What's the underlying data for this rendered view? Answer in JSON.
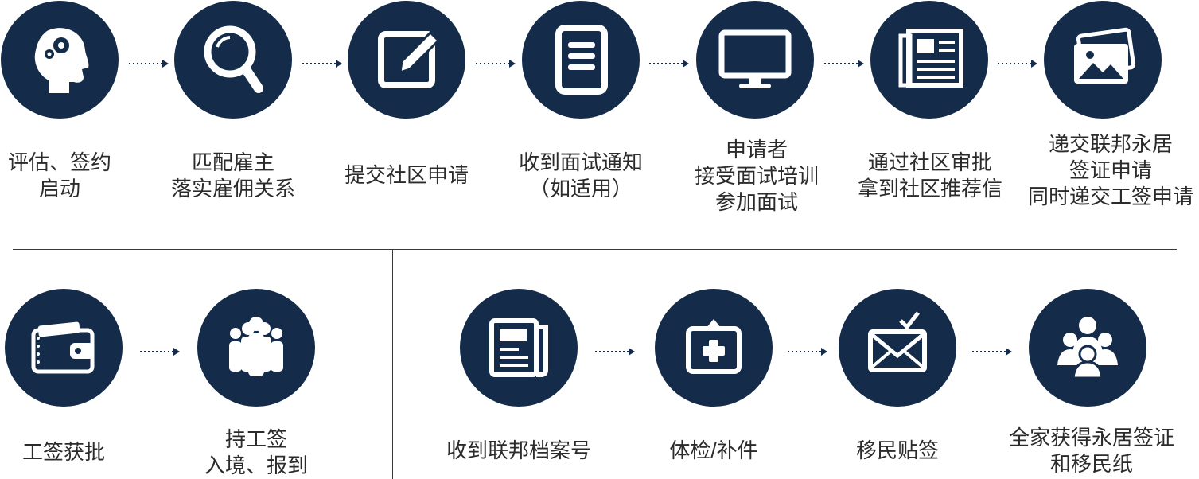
{
  "row1": [
    {
      "icon": "brain-gear-icon",
      "label": "评估、签约\n启动"
    },
    {
      "icon": "magnifier-icon",
      "label": "匹配雇主\n落实雇佣关系"
    },
    {
      "icon": "edit-pen-icon",
      "label": "提交社区申请"
    },
    {
      "icon": "document-icon",
      "label": "收到面试通知\n（如适用）"
    },
    {
      "icon": "monitor-icon",
      "label": "申请者\n接受面试培训\n参加面试"
    },
    {
      "icon": "newspaper-icon",
      "label": "通过社区审批\n拿到社区推荐信"
    },
    {
      "icon": "photo-stack-icon",
      "label": "递交联邦永居\n签证申请\n同时递交工签申请"
    }
  ],
  "row2_left": [
    {
      "icon": "wallet-icon",
      "label": "工签获批"
    },
    {
      "icon": "group-people-icon",
      "label": "持工签\n入境、报到"
    }
  ],
  "row2_right": [
    {
      "icon": "news-doc-icon",
      "label": "收到联邦档案号"
    },
    {
      "icon": "medical-kit-icon",
      "label": "体检/补件"
    },
    {
      "icon": "envelope-check-icon",
      "label": "移民贴签"
    },
    {
      "icon": "family-icon",
      "label": "全家获得永居签证\n和移民纸"
    }
  ],
  "colors": {
    "circle": "#142b4a",
    "text": "#2b2b2b",
    "arrow": "#142b4a"
  }
}
